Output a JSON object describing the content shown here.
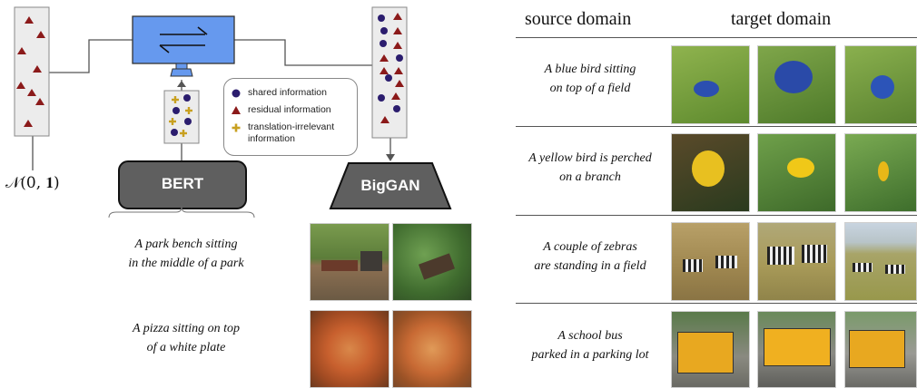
{
  "model": {
    "noise_label": "𝒩(0, 𝟏)",
    "encoder_label": "BERT",
    "generator_label": "BigGAN",
    "legend": [
      {
        "symbol": "circle-icon",
        "label": "shared information"
      },
      {
        "symbol": "triangle-icon",
        "label": "residual information"
      },
      {
        "symbol": "plus-icon",
        "label": "translation-irrelevant information"
      }
    ],
    "colors": {
      "translator_fill": "#6699ee",
      "block_fill": "#5f5f5f",
      "circle": "#2b1d6e",
      "triangle": "#8b1a1a",
      "plus": "#c8a020"
    }
  },
  "examples": [
    {
      "caption_line1": "A park bench sitting",
      "caption_line2": "in the middle of a park"
    },
    {
      "caption_line1": "A pizza sitting on top",
      "caption_line2": "of a white plate"
    }
  ],
  "table": {
    "header_source": "source domain",
    "header_target": "target domain",
    "rows": [
      {
        "line1": "A blue bird sitting",
        "line2": "on top of a field"
      },
      {
        "line1": "A yellow bird is perched",
        "line2": "on a branch"
      },
      {
        "line1": "A couple of zebras",
        "line2": "are standing in a field"
      },
      {
        "line1": "A school bus",
        "line2": "parked in a parking lot"
      }
    ]
  }
}
